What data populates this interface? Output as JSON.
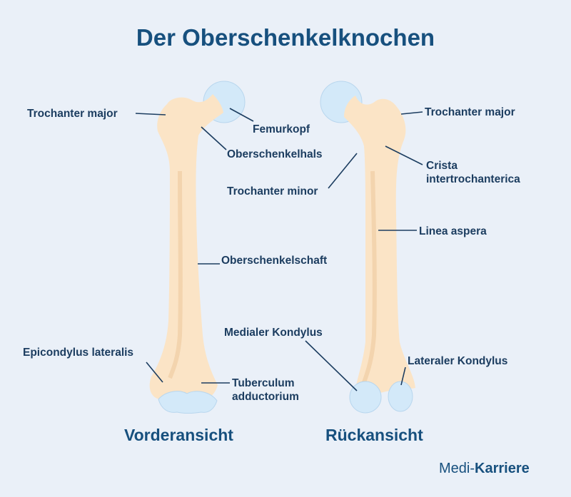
{
  "title": "Der Oberschenkelknochen",
  "colors": {
    "background": "#eaf0f8",
    "title": "#17507e",
    "label": "#1c3d60",
    "bone": "#fbe4c6",
    "bone_shade": "#f1d0a8",
    "cartilage": "#d3e9f9",
    "leader_line": "#1c3d60"
  },
  "front": {
    "view_label": "Vorderansicht",
    "labels": {
      "trochanter_major": "Trochanter major",
      "femurkopf": "Femurkopf",
      "oberschenkelhals": "Oberschenkelhals",
      "oberschenkelschaft": "Oberschenkelschaft",
      "epicondylus_lateralis": "Epicondylus lateralis",
      "tuberculum_line1": "Tuberculum",
      "tuberculum_line2": "adductorium"
    }
  },
  "back": {
    "view_label": "Rückansicht",
    "labels": {
      "trochanter_major": "Trochanter major",
      "crista_line1": "Crista",
      "crista_line2": "intertrochanterica",
      "trochanter_minor": "Trochanter minor",
      "linea_aspera": "Linea aspera",
      "medialer_kondylus": "Medialer Kondylus",
      "lateraler_kondylus": "Lateraler Kondylus"
    }
  },
  "brand": {
    "part1": "Medi-",
    "part2": "Karriere"
  }
}
